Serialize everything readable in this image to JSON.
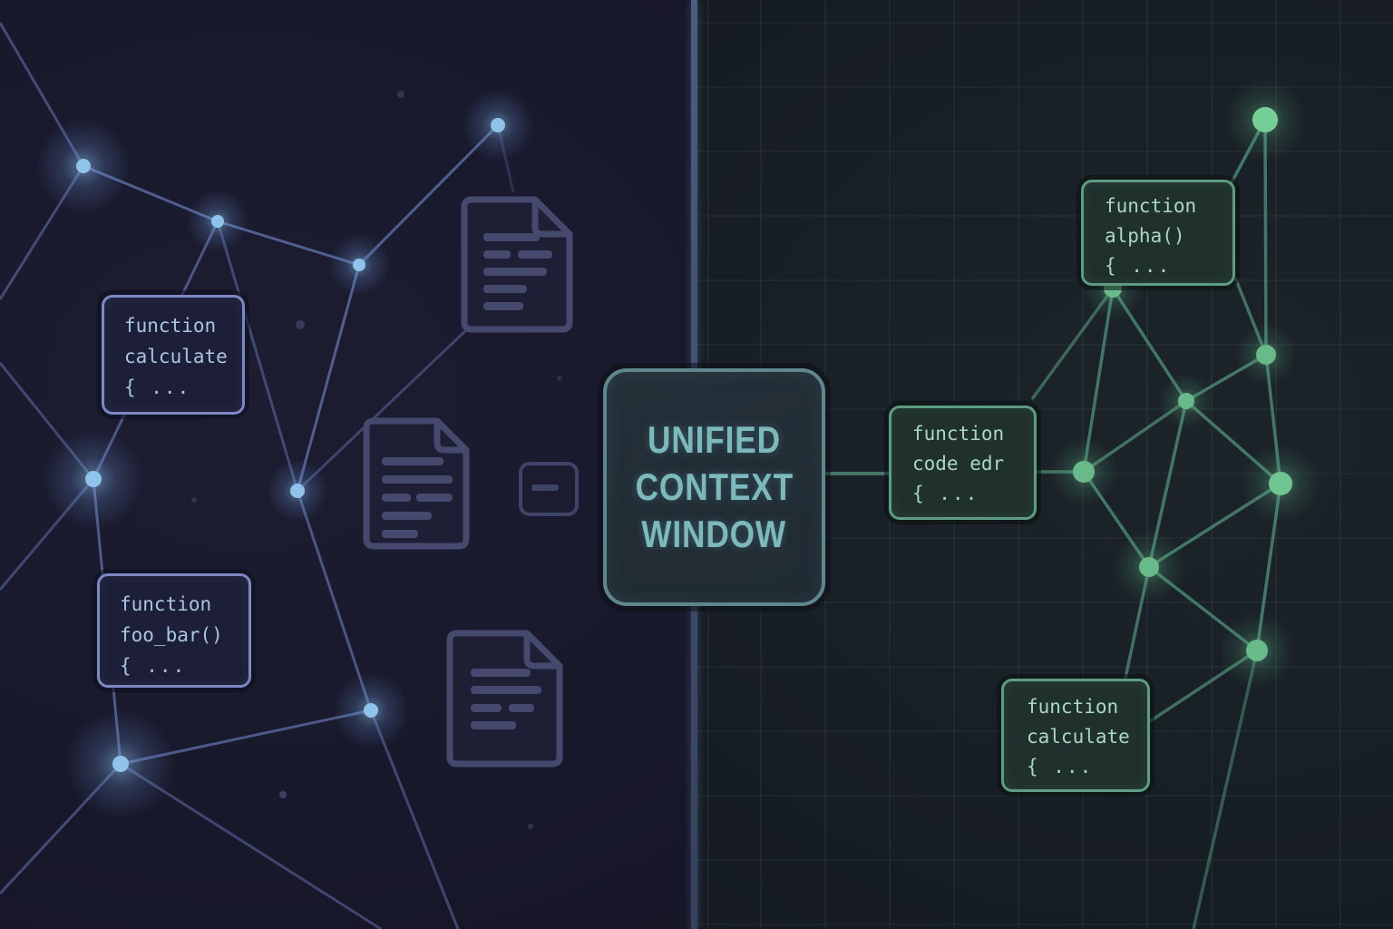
{
  "center_box": {
    "line1": "UNIFIED",
    "line2": "CONTEXT",
    "line3": "WINDOW"
  },
  "code_boxes": {
    "left_calculate": {
      "keyword": "function",
      "name": "calculate",
      "body": "{ ..."
    },
    "left_foo_bar": {
      "keyword": "function",
      "name": "foo_bar()",
      "body": "{ ..."
    },
    "right_alpha": {
      "keyword": "function",
      "name": "alpha()",
      "body": "{ ..."
    },
    "right_code_edr": {
      "keyword": "function",
      "name": "code edr",
      "body": "{ ..."
    },
    "right_calculate": {
      "keyword": "function",
      "name": "calculate",
      "body": "{ ..."
    }
  },
  "icons": {
    "left_documents": [
      "document-icon",
      "document-icon",
      "document-icon"
    ],
    "minimized_document": "minimized-document-icon",
    "left_nodes": "graph-node-blue",
    "right_nodes": "graph-node-green"
  },
  "colors": {
    "left_background": "#18182b",
    "right_background": "#181e25",
    "divider": "#41506e",
    "blue_node": "#8fc3ea",
    "blue_edge": "#5e6fa8",
    "blue_box_border": "#7d89c2",
    "blue_code_text": "#a9c6e0",
    "green_node": "#68ba8b",
    "green_edge": "#4a8570",
    "green_box_border": "#5e9c84",
    "green_code_text": "#a9d8c2",
    "center_title": "#7cb9bd",
    "center_border": "#5f858d",
    "document_icon": "#45496e"
  }
}
